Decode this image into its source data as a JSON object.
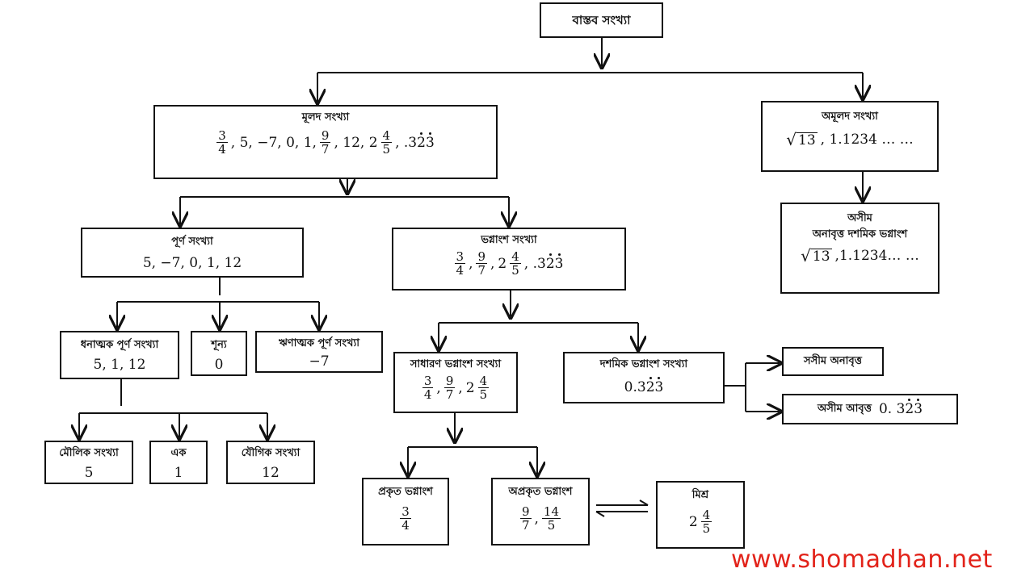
{
  "real": {
    "title": "বাস্তব সংখ্যা"
  },
  "rational": {
    "title": "মূলদ সংখ্যা",
    "f1": {
      "n": "3",
      "d": "4"
    },
    "mid": ", 5, −7, 0, 1,",
    "f2": {
      "n": "9",
      "d": "7"
    },
    "mid2": ", 12, 2",
    "f3": {
      "n": "4",
      "d": "5"
    },
    "tail_pre": ", .3",
    "tail_d1": "2",
    "tail_d2": "3"
  },
  "irrational": {
    "title": "অমূলদ সংখ্যা",
    "root": "13",
    "tail": ", 1.1234 … …"
  },
  "nonterminating": {
    "line1": "অসীম",
    "line2": "অনাবৃত্ত দশমিক ভগ্নাংশ",
    "root": "13",
    "tail": ",1.1234… …"
  },
  "integer": {
    "title": "পূর্ণ সংখ্যা",
    "values": "5, −7, 0, 1, 12"
  },
  "fraction": {
    "title": "ভগ্নাংশ সংখ্যা",
    "f1": {
      "n": "3",
      "d": "4"
    },
    "f2": {
      "n": "9",
      "d": "7"
    },
    "whole": "2",
    "f3": {
      "n": "4",
      "d": "5"
    },
    "tail_pre": ", .3",
    "tail_d1": "2",
    "tail_d2": "3"
  },
  "positive": {
    "title": "ধনাত্মক পূর্ণ সংখ্যা",
    "values": "5, 1, 12"
  },
  "zero": {
    "title": "শূন্য",
    "value": "0"
  },
  "negative": {
    "title": "ঋণাত্মক পূর্ণ সংখ্যা",
    "value": "−7"
  },
  "common": {
    "title": "সাধারণ ভগ্নাংশ সংখ্যা",
    "f1": {
      "n": "3",
      "d": "4"
    },
    "f2": {
      "n": "9",
      "d": "7"
    },
    "whole": "2",
    "f3": {
      "n": "4",
      "d": "5"
    }
  },
  "decimal": {
    "title": "দশমিক ভগ্নাংশ সংখ্যা",
    "pre": "0.3",
    "d1": "2",
    "d2": "3"
  },
  "terminating": {
    "title": "সসীম অনাবৃত্ত"
  },
  "recurring": {
    "title": "অসীম আবৃত্ত",
    "pre": "0. 3",
    "d1": "2",
    "d2": "3"
  },
  "prime": {
    "title": "মৌলিক সংখ্যা",
    "value": "5"
  },
  "one": {
    "title": "এক",
    "value": "1"
  },
  "composite": {
    "title": "যৌগিক সংখ্যা",
    "value": "12"
  },
  "proper": {
    "title": "প্রকৃত ভগ্নাংশ",
    "f": {
      "n": "3",
      "d": "4"
    }
  },
  "improper": {
    "title": "অপ্রকৃত ভগ্নাংশ",
    "f1": {
      "n": "9",
      "d": "7"
    },
    "f2": {
      "n": "14",
      "d": "5"
    }
  },
  "mixed": {
    "title": "মিশ্র",
    "whole": "2",
    "f": {
      "n": "4",
      "d": "5"
    }
  },
  "watermark": "www.shomadhan.net"
}
